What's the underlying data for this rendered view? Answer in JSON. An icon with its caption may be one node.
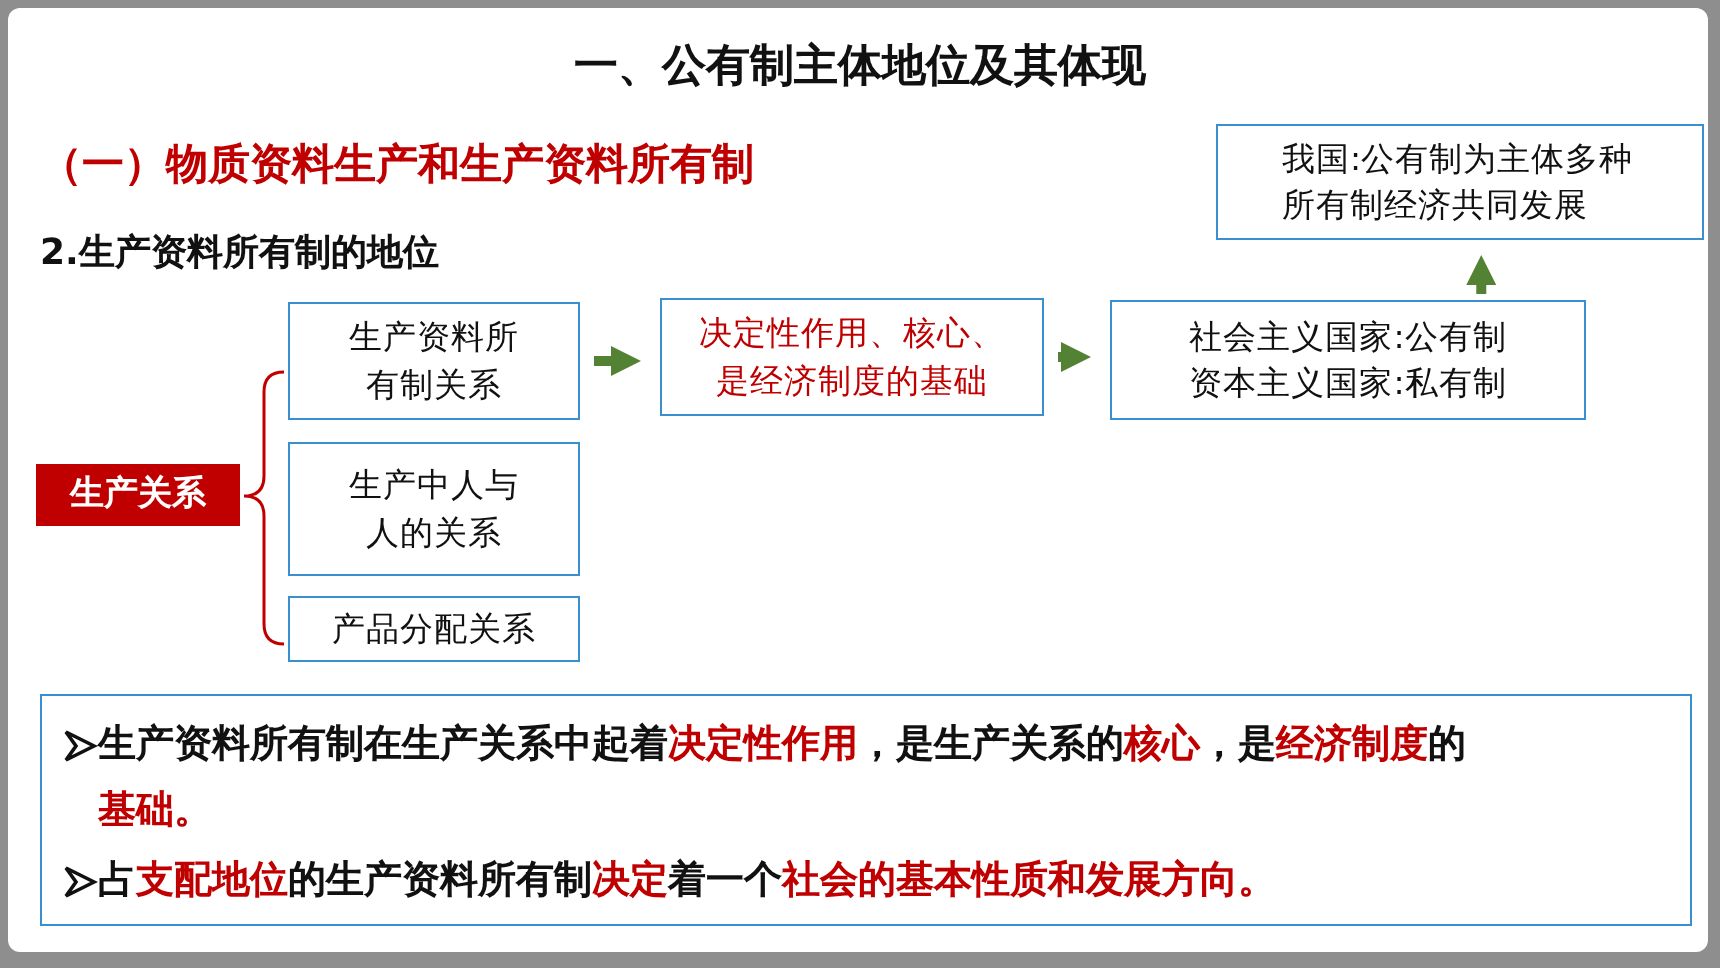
{
  "diagram": {
    "title": "一、公有制主体地位及其体现",
    "nodes": [
      {
        "text": [
          "生产关系"
        ]
      },
      {
        "text": [
          "生产资料所有制关系"
        ]
      },
      {
        "text": [
          "生产中人与人的关系"
        ]
      },
      {
        "text": [
          "产品分配关系"
        ]
      },
      {
        "text": [
          "决定性作用、核心、是经济制度的基础"
        ]
      },
      {
        "text": [
          "社会主义国家:公有制资本主义国家:私有制"
        ]
      },
      {
        "text": [
          "我国:公有制为主体多种所有制经济共同发展"
        ]
      }
    ],
    "edges": [
      {
        "from": 1,
        "to": 4,
        "arrow": "to"
      },
      {
        "from": 4,
        "to": 5,
        "arrow": "to"
      },
      {
        "from": 5,
        "to": 6,
        "arrow": "to"
      }
    ],
    "labels": [
      "（一）物质资料生产和生产资料所有制",
      "2.生产资料所有制的地位",
      "生产资料所有制在生产关系中起着**决定性作用**，是生产关系的**核心**，是**经济制度**的**基础。**",
      "占**支配地位**的生产资料所有制**决定**着一个**社会的基本性质和发展方向。**"
    ]
  }
}
